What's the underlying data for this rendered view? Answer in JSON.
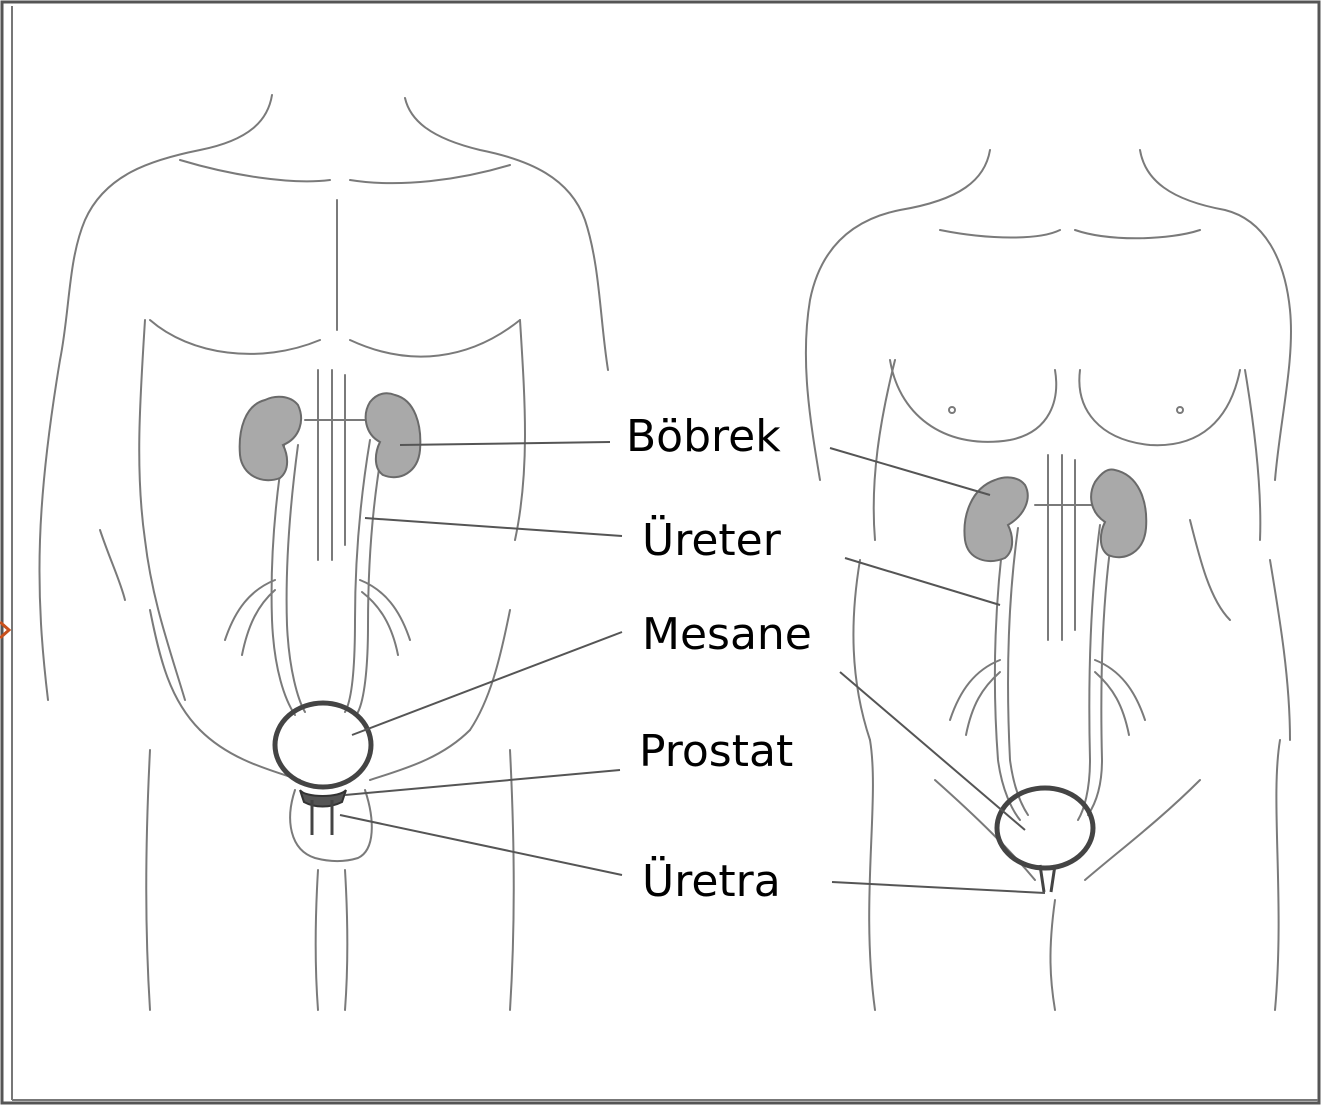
{
  "labels": {
    "bobrek": "Böbrek",
    "ureter": "Üreter",
    "mesane": "Mesane",
    "prostat": "Prostat",
    "uretra": "Üretra"
  },
  "colors": {
    "outline": "#7a7a7a",
    "organ_fill": "#a9a9a9",
    "leader": "#555555",
    "arrow": "#c8501c"
  }
}
